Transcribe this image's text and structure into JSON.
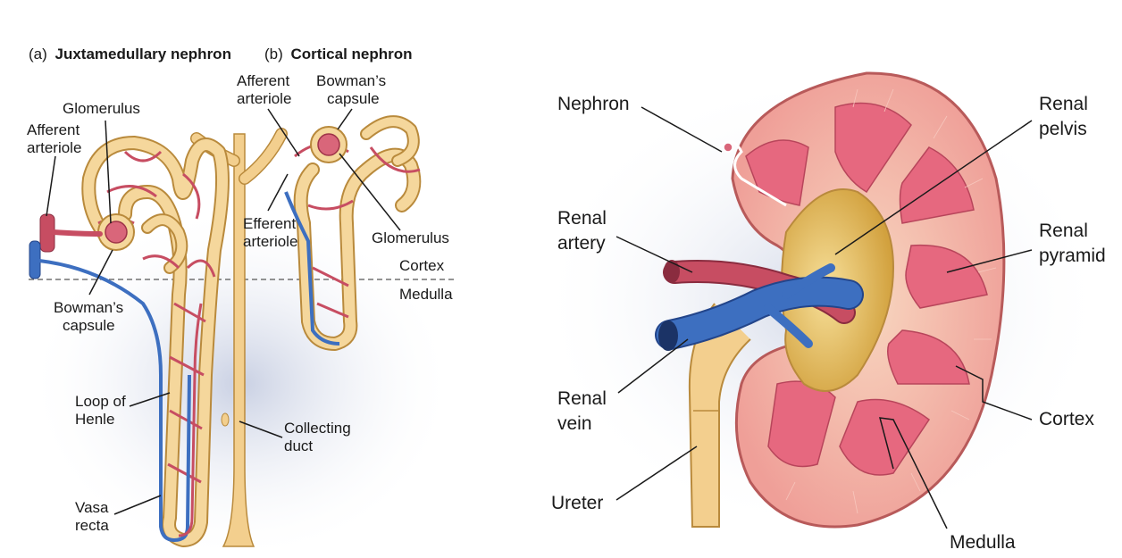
{
  "colors": {
    "tubule": "#f3cf8e",
    "tubule_edge": "#b98a3c",
    "artery": "#c74d62",
    "vein": "#3d6fc0",
    "cortex": "#f4c2a6",
    "medulla": "#e8768a",
    "pelvis": "#e9c05a"
  },
  "nephron_panel": {
    "heading_a_prefix": "(a)",
    "heading_a_bold": "Juxtamedullary nephron",
    "heading_b_prefix": "(b)",
    "heading_b_bold": "Cortical nephron",
    "labels": {
      "glomerulus_left": "Glomerulus",
      "afferent_left": [
        "Afferent",
        "arteriole"
      ],
      "afferent_top": [
        "Afferent",
        "arteriole"
      ],
      "bowmans_top": [
        "Bowman’s",
        "capsule"
      ],
      "efferent": [
        "Efferent",
        "arteriole"
      ],
      "glomerulus_right": "Glomerulus",
      "cortex": "Cortex",
      "medulla": "Medulla",
      "bowmans_left": [
        "Bowman’s",
        "capsule"
      ],
      "loop": [
        "Loop of",
        "Henle"
      ],
      "collecting": [
        "Collecting",
        "duct"
      ],
      "vasa": [
        "Vasa",
        "recta"
      ]
    }
  },
  "kidney_panel": {
    "labels": {
      "nephron": "Nephron",
      "renal_pelvis": [
        "Renal",
        "pelvis"
      ],
      "renal_artery": [
        "Renal",
        "artery"
      ],
      "renal_pyramid": [
        "Renal",
        "pyramid"
      ],
      "renal_vein": [
        "Renal",
        "vein"
      ],
      "cortex": "Cortex",
      "ureter": "Ureter",
      "medulla": "Medulla"
    }
  }
}
